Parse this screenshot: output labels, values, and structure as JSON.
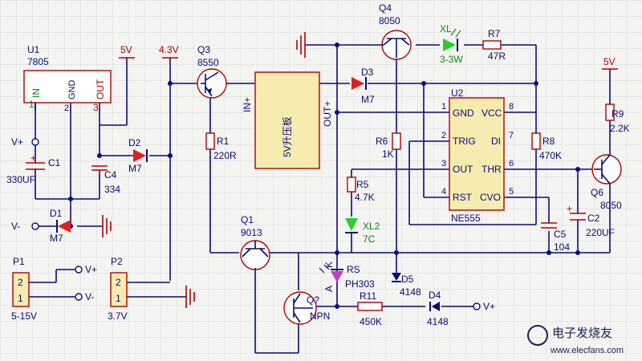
{
  "colors": {
    "wire": "#0a0a78",
    "part": "#b00000",
    "led_green": "#2dcc2d",
    "diode_red": "#e02020",
    "photo": "#c040c0",
    "module_fill": "#f7ecb0",
    "grid": "#d8d8d8"
  },
  "u1": {
    "ref": "U1",
    "part": "7805",
    "pin1": "1",
    "pin2": "2",
    "pin3": "3",
    "in": "IN",
    "gnd": "GND",
    "out": "OUT"
  },
  "rails": {
    "v5_left": "5V",
    "v43": "4.3V",
    "v5_right": "5V"
  },
  "q3": {
    "ref": "Q3",
    "part": "8550"
  },
  "q4": {
    "ref": "Q4",
    "part": "8050"
  },
  "q1": {
    "ref": "Q1",
    "part": "9013"
  },
  "q6": {
    "ref": "Q6",
    "part": "8050"
  },
  "qx": {
    "ref": "Q?",
    "part": "NPN"
  },
  "boost": {
    "title": "5V升压板",
    "in": "IN+",
    "out": "OUT+"
  },
  "xl": {
    "ref": "XL",
    "part": "3-3W"
  },
  "xl2": {
    "ref": "XL2",
    "part": "7C"
  },
  "r1": {
    "ref": "R1",
    "val": "220R"
  },
  "r5": {
    "ref": "R5",
    "val": "4.7K"
  },
  "r6": {
    "ref": "R6",
    "val": "1K"
  },
  "r7": {
    "ref": "R7",
    "val": "47R"
  },
  "r8": {
    "ref": "R8",
    "val": "470K"
  },
  "r9": {
    "ref": "R9",
    "val": "2.2K"
  },
  "r11": {
    "ref": "R11",
    "val": "450K"
  },
  "rs": {
    "ref": "RS",
    "part": "PH303",
    "a": "A",
    "k": "K"
  },
  "d1": {
    "ref": "D1",
    "part": "M7"
  },
  "d2": {
    "ref": "D2",
    "part": "M7"
  },
  "d3": {
    "ref": "D3",
    "part": "M7"
  },
  "d4": {
    "ref": "D4",
    "part": "4148"
  },
  "d5": {
    "ref": "D5",
    "part": "4148"
  },
  "c1": {
    "ref": "C1",
    "val": "330UF"
  },
  "c2": {
    "ref": "C2",
    "val": "220UF"
  },
  "c4": {
    "ref": "C4",
    "val": "334"
  },
  "c5": {
    "ref": "C5",
    "val": "104"
  },
  "u2": {
    "ref": "U2",
    "part": "NE555",
    "gnd": "GND",
    "vcc": "VCC",
    "trig": "TRIG",
    "di": "DI",
    "out": "OUT",
    "thr": "THR",
    "rst": "RST",
    "cvo": "CVO",
    "p1": "1",
    "p2": "2",
    "p3": "3",
    "p4": "4",
    "p5": "5",
    "p6": "6",
    "p7": "7",
    "p8": "8"
  },
  "p1": {
    "ref": "P1",
    "range": "5-15V",
    "pin2": "2",
    "pin1": "1",
    "vplus": "V+",
    "vminus": "V-"
  },
  "p2": {
    "ref": "P2",
    "range": "3.7V",
    "pin2": "2",
    "pin1": "1"
  },
  "terminals": {
    "vplus_left": "V+",
    "vminus_left": "V-",
    "vplus_d4": "V+"
  },
  "watermark": {
    "brand": "电子发烧友",
    "url": "www.elecfans.com"
  }
}
